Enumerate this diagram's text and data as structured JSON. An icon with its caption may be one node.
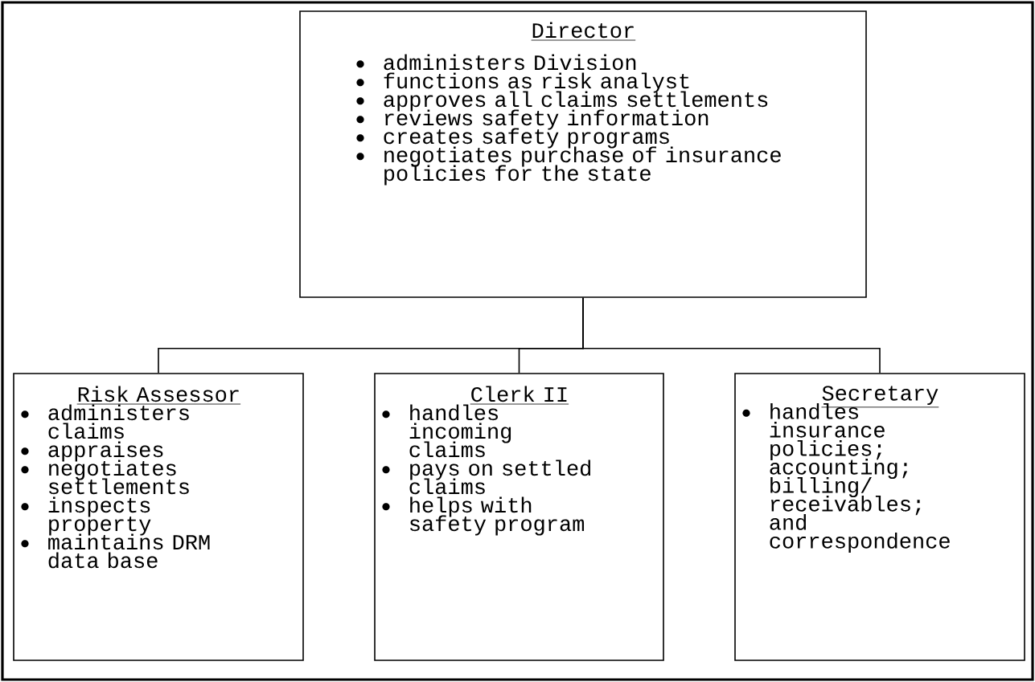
{
  "diagram": {
    "nodes": [
      {
        "text": [
          "Director",
          "administers Division",
          "functions as risk analyst",
          "approves all claims settlements",
          "reviews safety information",
          "creates safety programs",
          "negotiates purchase of insurance policies for the state"
        ]
      },
      {
        "text": [
          "Risk Assessor",
          "administers claims",
          "appraises",
          "negotiates settlements",
          "inspects property",
          "maintains DRM data base"
        ]
      },
      {
        "text": [
          "Clerk II",
          "handles incoming claims",
          "pays on settled claims",
          "helps with safety program"
        ]
      },
      {
        "text": [
          "Secretary",
          "handles insurance policies; accounting; billing/ receivables; and correspondence"
        ]
      }
    ],
    "edges": [
      {
        "from": 0,
        "to": 1,
        "arrow": "none"
      },
      {
        "from": 0,
        "to": 2,
        "arrow": "none"
      },
      {
        "from": 0,
        "to": 3,
        "arrow": "none"
      }
    ]
  }
}
